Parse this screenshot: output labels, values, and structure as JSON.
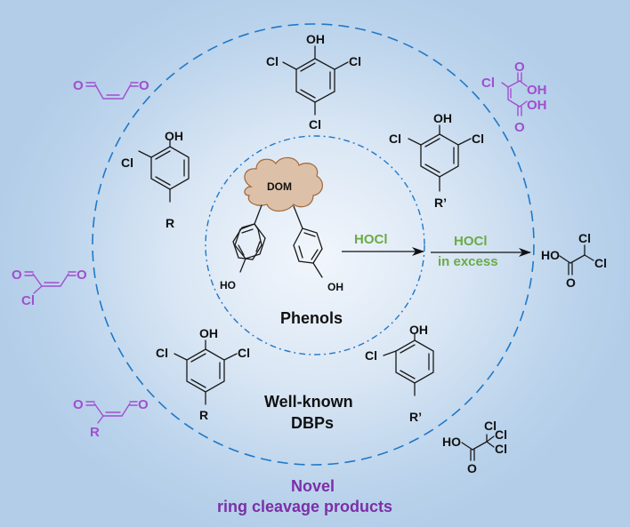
{
  "colors": {
    "background_center": "#f2f6fc",
    "background_edge": "#b3cde9",
    "circle_stroke": "#1f78c8",
    "cleavage_products": "#a04fd0",
    "novel_label": "#7b2fa8",
    "reagent": "#6aab45",
    "dom_cloud_fill": "#dcc0a8",
    "dom_cloud_stroke": "#a0683a"
  },
  "inner_region": {
    "title": "Phenols",
    "dom_label": "DOM",
    "phenol_left_label": "HO",
    "phenol_right_label": "OH"
  },
  "middle_region": {
    "title_line1": "Well-known",
    "title_line2": "DBPs",
    "molecules": {
      "tcp": {
        "oh": "OH",
        "cl_left": "Cl",
        "cl_right": "Cl",
        "cl_bottom": "Cl"
      },
      "cp_r": {
        "oh": "OH",
        "cl": "Cl",
        "r": "R"
      },
      "dcp_rp": {
        "oh": "OH",
        "cl_left": "Cl",
        "cl_right": "Cl",
        "r": "R’"
      },
      "dcp_r": {
        "oh": "OH",
        "cl_left": "Cl",
        "cl_right": "Cl",
        "r": "R"
      },
      "cp_rp": {
        "oh": "OH",
        "cl": "Cl",
        "r": "R’"
      }
    }
  },
  "outer_region": {
    "title_line1": "Novel",
    "title_line2": "ring cleavage products",
    "products": {
      "butenedial": {
        "o_left": "O",
        "o_right": "O"
      },
      "cl_butenedial": {
        "o_left": "O",
        "o_right": "O",
        "cl": "Cl"
      },
      "r_butenedial": {
        "o_left": "O",
        "o_right": "O",
        "r": "R"
      },
      "cl_maleic_acid": {
        "cl": "Cl",
        "o_top": "O",
        "oh_top": "OH",
        "oh_bottom": "OH",
        "o_bottom": "O"
      }
    },
    "haloacids": {
      "dcaa": {
        "ho": "HO",
        "o": "O",
        "cl_top": "Cl",
        "cl_right": "Cl"
      },
      "tcaa": {
        "ho": "HO",
        "o": "O",
        "cl1": "Cl",
        "cl2": "Cl",
        "cl3": "Cl"
      }
    }
  },
  "arrows": {
    "first": {
      "reagent": "HOCl"
    },
    "second": {
      "reagent_line1": "HOCl",
      "reagent_line2": "in excess"
    }
  }
}
